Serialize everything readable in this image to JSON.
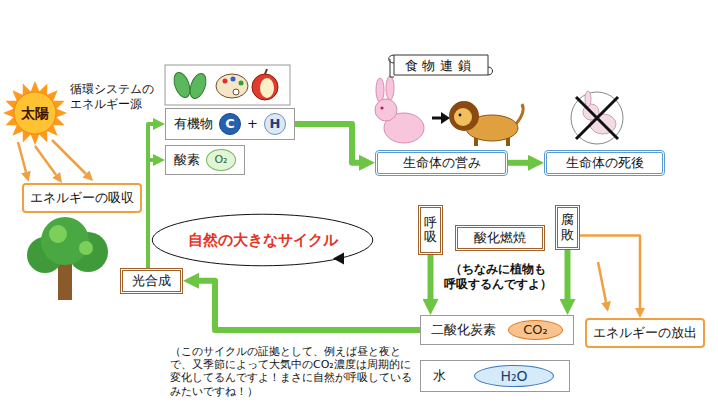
{
  "diagram": {
    "nodes": [
      {
        "text": [
          "太陽"
        ]
      },
      {
        "text": [
          "エネルギーの吸収"
        ]
      },
      {
        "text": [
          "有機物",
          "+"
        ]
      },
      {
        "text": [
          "C"
        ],
        "in": 2
      },
      {
        "text": [
          "H"
        ],
        "in": 2
      },
      {
        "text": [
          "酸素"
        ]
      },
      {
        "text": [
          "O₂"
        ],
        "in": 5
      },
      {
        "text": [
          "食物連鎖"
        ]
      },
      {
        "text": [
          "生命体の営み"
        ]
      },
      {
        "text": [
          "生命体の死後"
        ]
      },
      {
        "text": [
          "自然の大きなサイクル"
        ]
      },
      {
        "text": [
          "光合成"
        ]
      },
      {
        "text": [
          "呼吸"
        ]
      },
      {
        "text": [
          "酸化燃焼"
        ]
      },
      {
        "text": [
          "腐敗"
        ]
      },
      {
        "text": [
          "二酸化炭素"
        ]
      },
      {
        "text": [
          "CO₂"
        ],
        "in": 15
      },
      {
        "text": [
          "水"
        ]
      },
      {
        "text": [
          "H₂O"
        ],
        "in": 17
      },
      {
        "text": [
          "エネルギーの放出"
        ]
      }
    ],
    "edges": [
      {
        "from": 2,
        "to": 8,
        "arrow": "to"
      },
      {
        "from": 8,
        "to": 9,
        "arrow": "to"
      },
      {
        "from": 12,
        "to": 15,
        "arrow": "to"
      },
      {
        "from": 14,
        "to": 15,
        "arrow": "to"
      },
      {
        "from": 14,
        "to": 19,
        "arrow": "to"
      },
      {
        "from": 15,
        "to": 11,
        "arrow": "to"
      },
      {
        "from": 0,
        "to": 1,
        "arrow": "to"
      },
      {
        "from": 11,
        "to": 2,
        "arrow": "to"
      },
      {
        "from": 11,
        "to": 5,
        "arrow": "to"
      }
    ],
    "labels": [
      "循環システムの エネルギー源",
      "（ちなみに植物も 呼吸するんですよ）",
      "（このサイクルの証拠として、例えば昼と夜とで、又季節によって大気中のCO₂濃度は周期的に変化してるんですよ！まさに自然が呼吸しているみたいですね！）"
    ]
  }
}
